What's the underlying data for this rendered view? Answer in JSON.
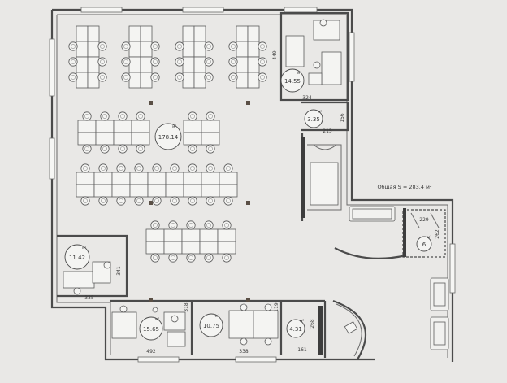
{
  "plan": {
    "total_label": "Общая S = 283.4 м²",
    "unit": "м²"
  },
  "areas": [
    {
      "id": "open-space",
      "value": "178.14"
    },
    {
      "id": "office-top-right",
      "value": "14.55"
    },
    {
      "id": "small-room",
      "value": "3.35"
    },
    {
      "id": "office-left",
      "value": "11.42"
    },
    {
      "id": "wardrobe",
      "value": "6"
    },
    {
      "id": "office-bottom-1",
      "value": "15.65"
    },
    {
      "id": "office-bottom-2",
      "value": "10.75"
    },
    {
      "id": "office-bottom-3",
      "value": "4.31"
    }
  ],
  "dimensions": {
    "d449": "449",
    "d324": "324",
    "d156": "156",
    "d215": "215",
    "d229": "229",
    "d262": "262",
    "d341": "341",
    "d335": "335",
    "d318": "318",
    "d492": "492",
    "d338": "338",
    "d119": "119",
    "d268": "268",
    "d161": "161"
  }
}
